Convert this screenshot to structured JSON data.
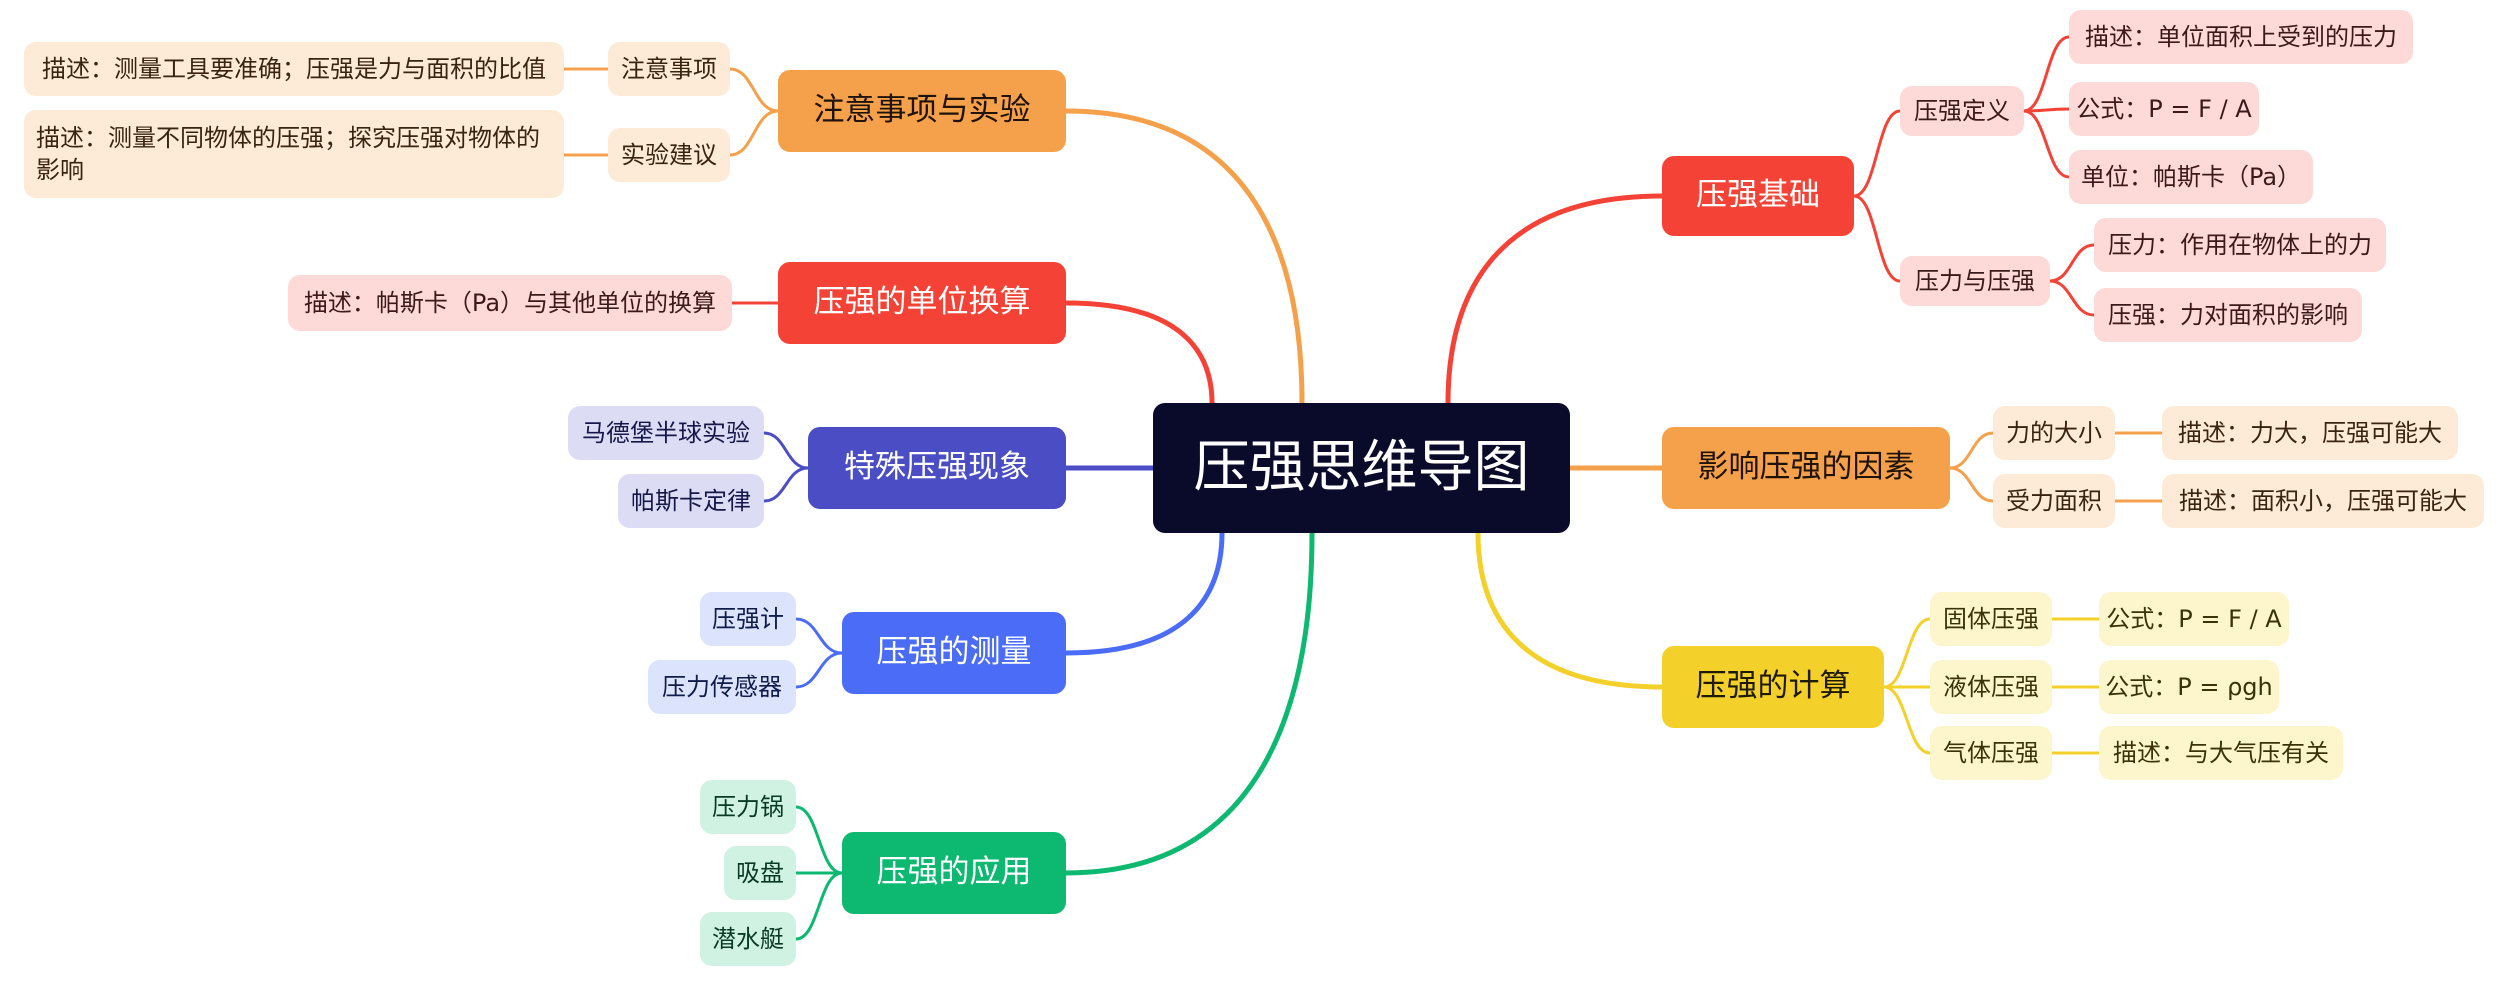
{
  "center": "压强思维导图",
  "colors": {
    "red": "#f44336",
    "orange": "#f5a04a",
    "yellow": "#f4d02a",
    "green": "#0db870",
    "blue": "#4a6cf7",
    "indigo": "#4a4dc4",
    "center_bg": "#0a0a2a"
  },
  "right": {
    "basics": {
      "label": "压强基础",
      "definition": {
        "label": "压强定义",
        "items": [
          "描述：单位面积上受到的压力",
          "公式：P = F / A",
          "单位：帕斯卡（Pa）"
        ]
      },
      "force_pressure": {
        "label": "压力与压强",
        "items": [
          "压力：作用在物体上的力",
          "压强：力对面积的影响"
        ]
      }
    },
    "factors": {
      "label": "影响压强的因素",
      "force_size": {
        "label": "力的大小",
        "desc": "描述：力大，压强可能大"
      },
      "area": {
        "label": "受力面积",
        "desc": "描述：面积小，压强可能大"
      }
    },
    "calc": {
      "label": "压强的计算",
      "solid": {
        "label": "固体压强",
        "desc": "公式：P = F / A"
      },
      "liquid": {
        "label": "液体压强",
        "desc": "公式：P = ρgh"
      },
      "gas": {
        "label": "气体压强",
        "desc": "描述：与大气压有关"
      }
    }
  },
  "left": {
    "notes": {
      "label": "注意事项与实验",
      "caution": {
        "label": "注意事项",
        "desc": "描述：测量工具要准确；压强是力与面积的比值"
      },
      "experiment": {
        "label": "实验建议",
        "desc": "描述：测量不同物体的压强；探究压强对物体的影响"
      }
    },
    "units": {
      "label": "压强的单位换算",
      "desc": "描述：帕斯卡（Pa）与其他单位的换算"
    },
    "special": {
      "label": "特殊压强现象",
      "items": [
        "马德堡半球实验",
        "帕斯卡定律"
      ]
    },
    "measure": {
      "label": "压强的测量",
      "items": [
        "压强计",
        "压力传感器"
      ]
    },
    "apply": {
      "label": "压强的应用",
      "items": [
        "压力锅",
        "吸盘",
        "潜水艇"
      ]
    }
  }
}
